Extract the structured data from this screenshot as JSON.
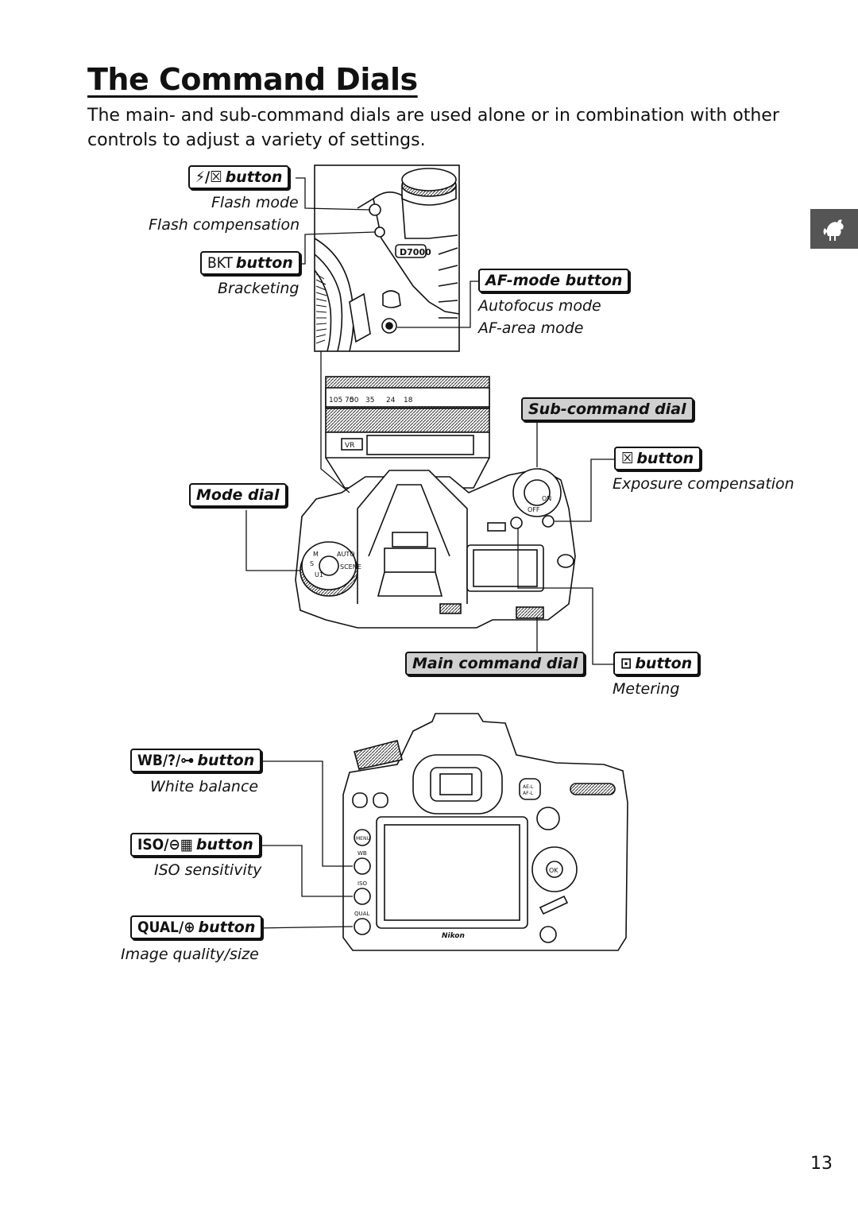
{
  "page": {
    "title": "The Command Dials",
    "intro": "The main- and sub-command dials are used alone or in combination with other controls to adjust a variety of settings.",
    "page_number": "13",
    "side_tab_icon": "rooster-icon"
  },
  "callouts": {
    "flash": {
      "symbol": "⚡/☒",
      "label": "button",
      "captions": [
        "Flash mode",
        "Flash compensation"
      ]
    },
    "bkt": {
      "symbol": "BKT",
      "label": "button",
      "captions": [
        "Bracketing"
      ]
    },
    "afmode": {
      "label": "AF-mode button",
      "captions": [
        "Autofocus mode",
        "AF-area mode"
      ]
    },
    "subdial": {
      "label": "Sub-command dial"
    },
    "exposure": {
      "symbol": "☒",
      "label": "button",
      "captions": [
        "Exposure compensation"
      ]
    },
    "modedial": {
      "label": "Mode dial"
    },
    "maindial": {
      "label": "Main command dial"
    },
    "metering": {
      "symbol": "⊡",
      "label": "button",
      "captions": [
        "Metering"
      ]
    },
    "wb": {
      "symbol": "WB/?/⊶",
      "label": "button",
      "captions": [
        "White balance"
      ]
    },
    "iso": {
      "symbol": "ISO/⊖▦",
      "label": "button",
      "captions": [
        "ISO sensitivity"
      ]
    },
    "qual": {
      "symbol": "QUAL/⊕",
      "label": "button",
      "captions": [
        "Image quality/size"
      ]
    }
  },
  "camera": {
    "model": "D7000",
    "brand": "Nikon",
    "lens_scale": [
      "105",
      "70",
      "50",
      "35",
      "24",
      "18"
    ],
    "back_labels": [
      "MENU",
      "WB",
      "ISO",
      "QUAL",
      "AE-L",
      "AF-L",
      "OK"
    ]
  }
}
